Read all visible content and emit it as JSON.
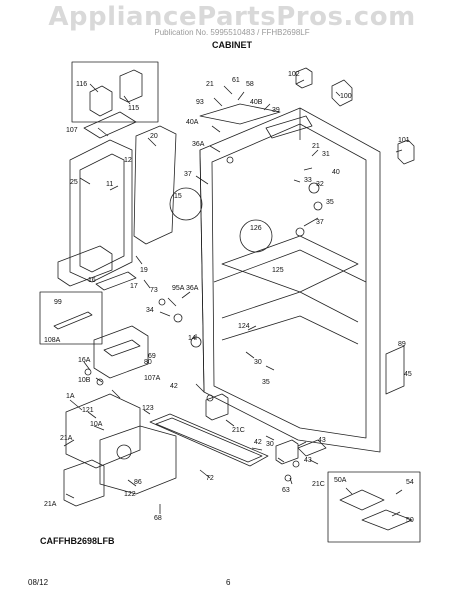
{
  "watermark": "AppliancePartsPros.com",
  "subheader": "Publication No. 5995510483 / FFHB2698LF",
  "section_title": "CABINET",
  "model_label": "CAFFHB2698LFB",
  "footer": {
    "date": "08/12",
    "page": "6"
  },
  "callouts": [
    {
      "id": "c116",
      "text": "116"
    },
    {
      "id": "c115",
      "text": "115"
    },
    {
      "id": "c107",
      "text": "107"
    },
    {
      "id": "c20",
      "text": "20"
    },
    {
      "id": "c12",
      "text": "12"
    },
    {
      "id": "c25",
      "text": "25"
    },
    {
      "id": "c11",
      "text": "11"
    },
    {
      "id": "c19",
      "text": "19"
    },
    {
      "id": "c16",
      "text": "16"
    },
    {
      "id": "c17",
      "text": "17"
    },
    {
      "id": "c99",
      "text": "99"
    },
    {
      "id": "c108a",
      "text": "108A"
    },
    {
      "id": "c61",
      "text": "61"
    },
    {
      "id": "c58",
      "text": "58"
    },
    {
      "id": "c21a",
      "text": "21"
    },
    {
      "id": "c93",
      "text": "93"
    },
    {
      "id": "c40b",
      "text": "40B"
    },
    {
      "id": "c39",
      "text": "39"
    },
    {
      "id": "c40a",
      "text": "40A"
    },
    {
      "id": "c102",
      "text": "102"
    },
    {
      "id": "c100",
      "text": "100"
    },
    {
      "id": "c101",
      "text": "101"
    },
    {
      "id": "c36a",
      "text": "36A"
    },
    {
      "id": "c21b",
      "text": "21"
    },
    {
      "id": "c31",
      "text": "31"
    },
    {
      "id": "c40",
      "text": "40"
    },
    {
      "id": "c33",
      "text": "33"
    },
    {
      "id": "c32",
      "text": "32"
    },
    {
      "id": "c37a",
      "text": "37"
    },
    {
      "id": "c35",
      "text": "35"
    },
    {
      "id": "c15",
      "text": "15"
    },
    {
      "id": "c126a",
      "text": "126"
    },
    {
      "id": "c37b",
      "text": "37"
    },
    {
      "id": "c125",
      "text": "125"
    },
    {
      "id": "c73",
      "text": "73"
    },
    {
      "id": "c95a",
      "text": "95A"
    },
    {
      "id": "c36a2",
      "text": "36A"
    },
    {
      "id": "c34",
      "text": "34"
    },
    {
      "id": "c124",
      "text": "124"
    },
    {
      "id": "c69",
      "text": "69"
    },
    {
      "id": "c14",
      "text": "14"
    },
    {
      "id": "c89",
      "text": "89"
    },
    {
      "id": "c45",
      "text": "45"
    },
    {
      "id": "c16a",
      "text": "16A"
    },
    {
      "id": "c80",
      "text": "80"
    },
    {
      "id": "c10b",
      "text": "10B"
    },
    {
      "id": "c107a",
      "text": "107A"
    },
    {
      "id": "c30",
      "text": "30"
    },
    {
      "id": "c35b",
      "text": "35"
    },
    {
      "id": "c42",
      "text": "42"
    },
    {
      "id": "c1a",
      "text": "1A"
    },
    {
      "id": "c121",
      "text": "121"
    },
    {
      "id": "c10a",
      "text": "10A"
    },
    {
      "id": "c123",
      "text": "123"
    },
    {
      "id": "c21c",
      "text": "21C"
    },
    {
      "id": "c42b",
      "text": "42"
    },
    {
      "id": "c30b",
      "text": "30"
    },
    {
      "id": "c43",
      "text": "43"
    },
    {
      "id": "c21a2",
      "text": "21A"
    },
    {
      "id": "c86",
      "text": "86"
    },
    {
      "id": "c72",
      "text": "72"
    },
    {
      "id": "c122",
      "text": "122"
    },
    {
      "id": "c21a3",
      "text": "21A"
    },
    {
      "id": "c63",
      "text": "63"
    },
    {
      "id": "c21c2",
      "text": "21C"
    },
    {
      "id": "c50a",
      "text": "50A"
    },
    {
      "id": "c54",
      "text": "54"
    },
    {
      "id": "c50",
      "text": "50"
    },
    {
      "id": "c43b",
      "text": "43"
    },
    {
      "id": "c68",
      "text": "68"
    }
  ]
}
